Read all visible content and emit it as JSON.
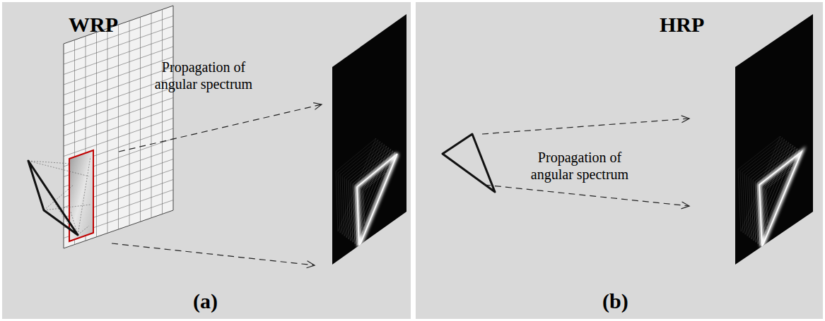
{
  "diagram": {
    "nodes": [
      {
        "text": [
          "WRP",
          "Propagation of angular spectrum",
          "(a)"
        ]
      },
      {
        "text": [
          "HRP",
          "Propagation of angular spectrum",
          "(b)"
        ]
      }
    ]
  }
}
